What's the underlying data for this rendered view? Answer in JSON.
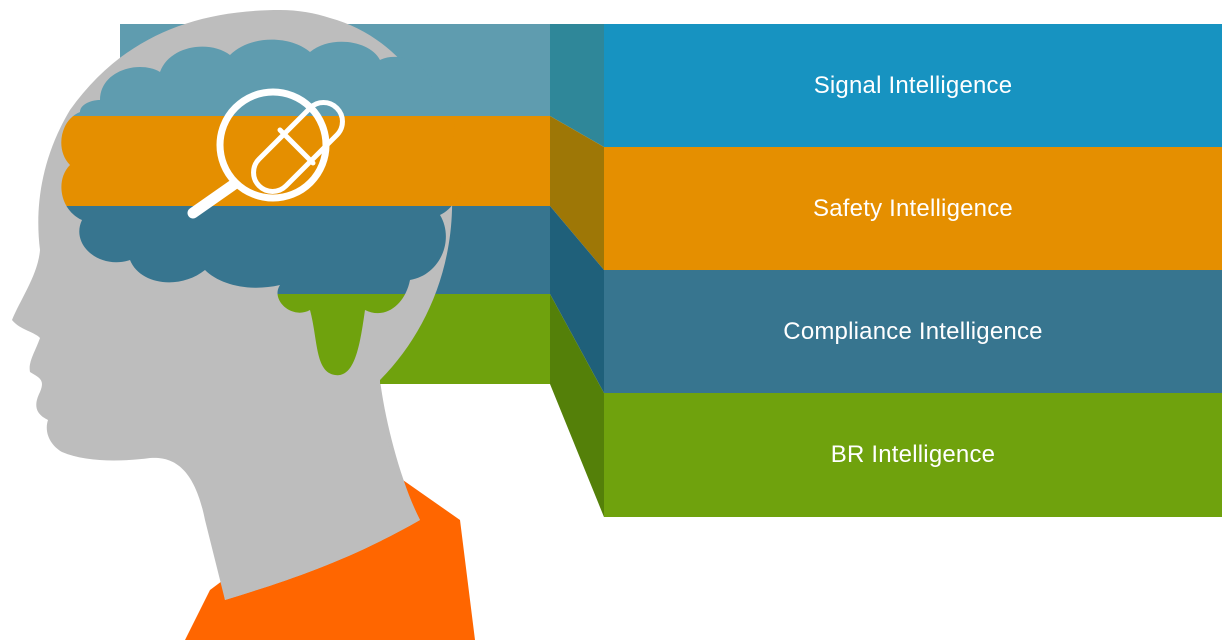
{
  "layers": [
    {
      "label": "Signal Intelligence",
      "color": "#1793c1",
      "color_mid": "#5f9caf",
      "color_side": "#2f8799"
    },
    {
      "label": "Safety Intelligence",
      "color": "#e58f00",
      "color_mid": "#e58f00",
      "color_side": "#9e7706"
    },
    {
      "label": "Compliance Intelligence",
      "color": "#37758f",
      "color_mid": "#37758f",
      "color_side": "#1f607a"
    },
    {
      "label": "BR Intelligence",
      "color": "#6fa20d",
      "color_mid": "#6fa20d",
      "color_side": "#548009"
    }
  ],
  "colors": {
    "head": "#bdbdbd",
    "shirt": "#ff6600",
    "icon_stroke": "#ffffff"
  },
  "icons": [
    "head-silhouette-icon",
    "brain-icon",
    "magnifier-icon",
    "pill-capsule-icon"
  ]
}
